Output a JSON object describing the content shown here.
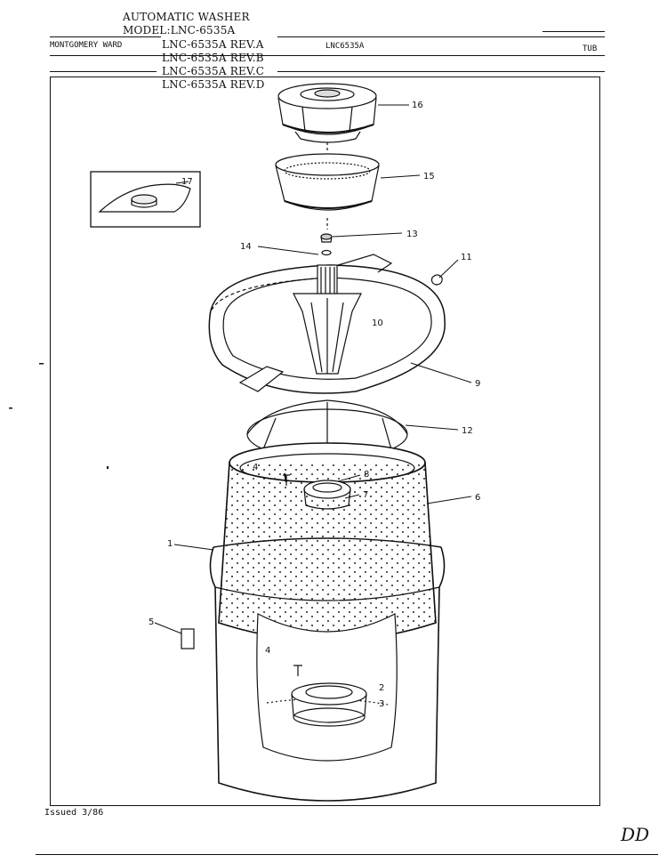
{
  "header": {
    "product": "AUTOMATIC WASHER",
    "model_line": "MODEL:LNC-6535A",
    "brand": "MONTGOMERY WARD",
    "revisions": [
      "LNC-6535A REV.A",
      "LNC-6535A REV.B",
      "LNC-6535A REV.C",
      "LNC-6535A REV.D"
    ],
    "model_code": "LNC6535A",
    "section": "TUB"
  },
  "callouts": {
    "c1": "1",
    "c2": "2",
    "c3": "3",
    "c4a": "4",
    "c4b": "4",
    "c5": "5",
    "c6": "6",
    "c7": "7",
    "c8": "8",
    "c9": "9",
    "c10": "10",
    "c11": "11",
    "c12": "12",
    "c13": "13",
    "c14": "14",
    "c15": "15",
    "c16": "16",
    "c17": "17"
  },
  "footer": {
    "issued": "Issued 3/86",
    "handwritten_mark": "DD"
  }
}
